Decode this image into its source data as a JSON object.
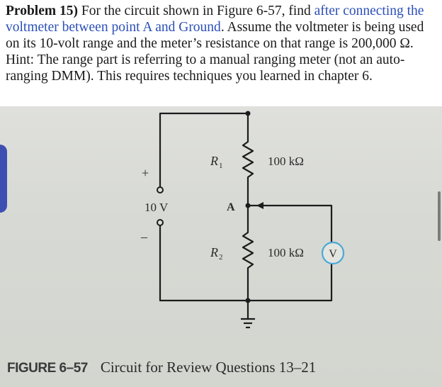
{
  "problem": {
    "label": "Problem 15)",
    "text_before_link": " For the circuit shown in Figure 6-57, find ",
    "link_after": "after",
    "link_connecting": "connecting the voltmeter between point A and Ground",
    "text_rest": ". Assume the voltmeter is being used on its 10-volt range and the meter’s resistance on that range is 200,000 Ω. Hint: The range part is referring to a manual ranging meter (not an auto-ranging DMM). This requires techniques you learned in chapter 6."
  },
  "figure": {
    "source_plus": "+",
    "source_minus": "–",
    "source_value": "10 V",
    "r1_label": "R",
    "r1_sub": "1",
    "r1_value": "100 kΩ",
    "r2_label": "R",
    "r2_sub": "2",
    "r2_value": "100 kΩ",
    "node_a": "A",
    "meter_symbol": "V",
    "colors": {
      "wire": "#1c1c1c",
      "meter_ring": "#4aa8d8",
      "photo_background": "#d8dad5",
      "link_text": "#2b4fb8"
    }
  },
  "caption": {
    "number": "FIGURE 6–57",
    "title": "Circuit for Review Questions 13–21"
  }
}
